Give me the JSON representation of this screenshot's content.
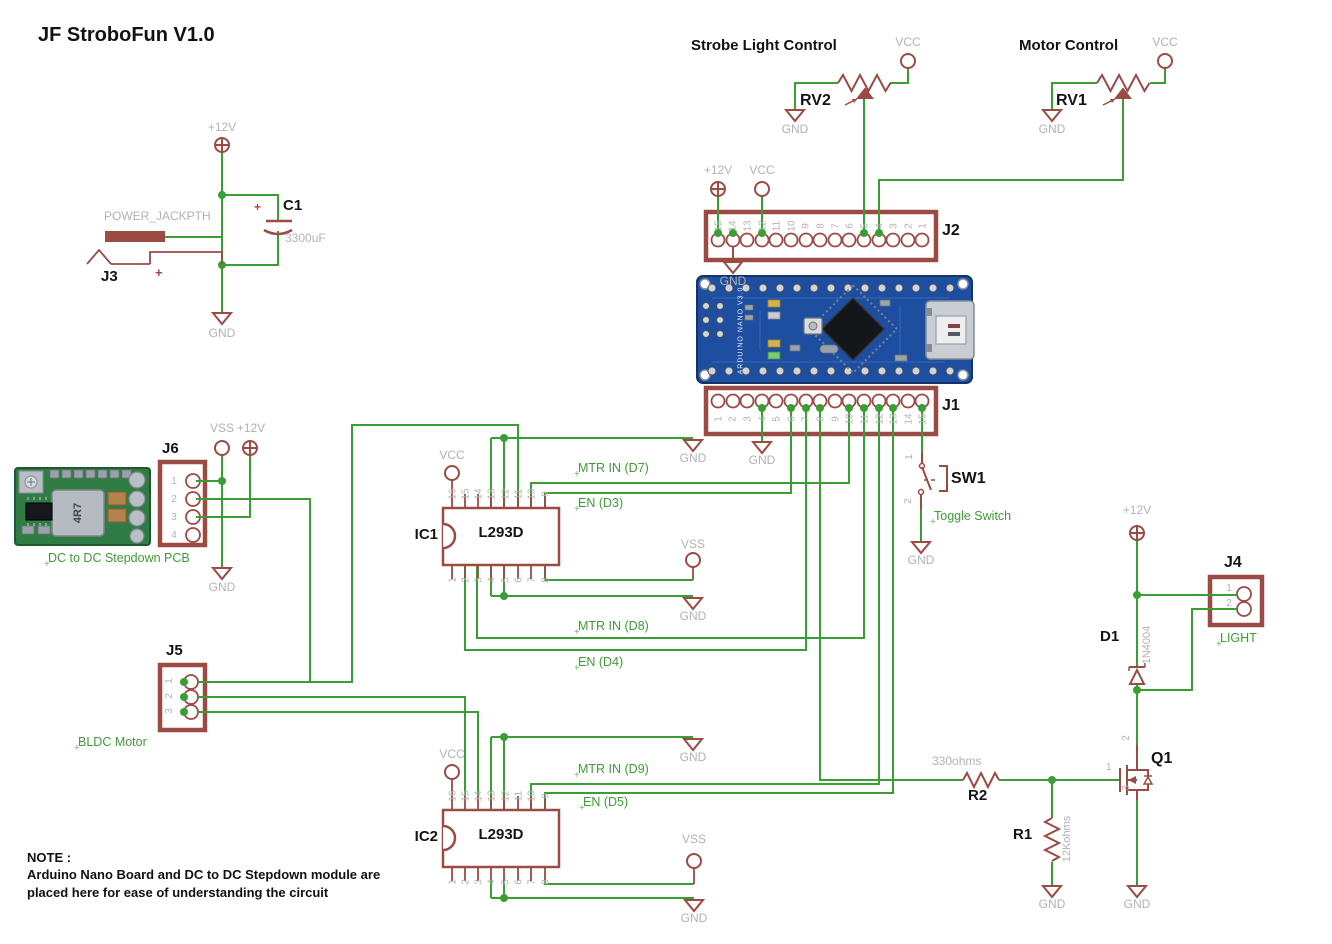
{
  "title": "JF StroboFun V1.0",
  "headers": {
    "strobe": "Strobe Light Control",
    "motor": "Motor Control"
  },
  "nets": {
    "gnd": "GND",
    "vcc": "VCC",
    "vss": "VSS",
    "p12v": "+12V"
  },
  "net_labels": {
    "mtr_d7": "MTR IN (D7)",
    "en_d3": "EN (D3)",
    "mtr_d8": "MTR IN (D8)",
    "en_d4": "EN (D4)",
    "mtr_d9": "MTR IN (D9)",
    "en_d5": "EN (D5)"
  },
  "components": {
    "j3": {
      "ref": "J3",
      "name": "POWER_JACKPTH",
      "plus": "+"
    },
    "c1": {
      "ref": "C1",
      "value": "3300uF",
      "plus": "+"
    },
    "j2": {
      "ref": "J2",
      "pins": [
        "15",
        "14",
        "13",
        "12",
        "11",
        "10",
        "9",
        "8",
        "7",
        "6",
        "5",
        "4",
        "3",
        "2",
        "1"
      ]
    },
    "j1": {
      "ref": "J1",
      "pins": [
        "1",
        "2",
        "3",
        "4",
        "5",
        "6",
        "7",
        "8",
        "9",
        "10",
        "11",
        "12",
        "13",
        "14",
        "15"
      ]
    },
    "arduino": {
      "board_text": "ARDUINO NANO V3.0"
    },
    "rv2": {
      "ref": "RV2"
    },
    "rv1": {
      "ref": "RV1"
    },
    "j6": {
      "ref": "J6",
      "pins": [
        "1",
        "2",
        "3",
        "4"
      ],
      "caption": "DC to DC Stepdown PCB"
    },
    "dcdc": {
      "inductor_text": "4R7"
    },
    "ic1": {
      "ref": "IC1",
      "part": "L293D"
    },
    "ic2": {
      "ref": "IC2",
      "part": "L293D"
    },
    "ic_pins_top": [
      "16",
      "15",
      "14",
      "13",
      "12",
      "11",
      "10",
      "9"
    ],
    "ic_pins_bottom": [
      "1",
      "2",
      "3",
      "4",
      "5",
      "6",
      "7",
      "8"
    ],
    "j5": {
      "ref": "J5",
      "pins": [
        "1",
        "2",
        "3"
      ],
      "caption": "BLDC Motor"
    },
    "sw1": {
      "ref": "SW1",
      "pins": [
        "1",
        "2"
      ],
      "caption": "Toggle Switch"
    },
    "j4": {
      "ref": "J4",
      "pins": [
        "1",
        "2"
      ],
      "caption": "LIGHT"
    },
    "d1": {
      "ref": "D1",
      "value": "1N4004"
    },
    "q1": {
      "ref": "Q1",
      "pins": [
        "1",
        "2",
        "3"
      ]
    },
    "r2": {
      "ref": "R2",
      "value": "330ohms"
    },
    "r1": {
      "ref": "R1",
      "value": "12Kohms"
    }
  },
  "note": {
    "heading": "NOTE :",
    "body": "Arduino Nano Board and DC to DC Stepdown module are placed here for ease of understanding the circuit"
  },
  "colors": {
    "wire_green": "#3A9E35",
    "component_maroon": "#9C4A44",
    "label_gray": "#B2B2B2",
    "label_green": "#3F9B35",
    "pcb_blue": "#1D4E9F",
    "pcb_green": "#2F7D45"
  }
}
